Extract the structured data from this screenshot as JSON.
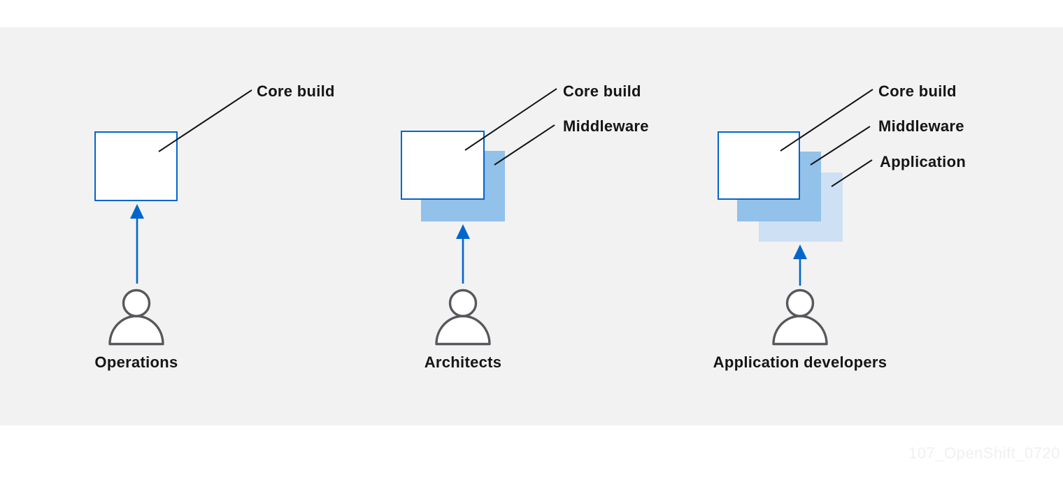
{
  "figure": {
    "watermark": "107_OpenShift_0720"
  },
  "colors": {
    "canvas": "#f2f2f2",
    "core_border": "#0066cc",
    "middleware_fill": "#92c1e9",
    "application_fill": "#cde0f4",
    "arrow": "#0066cc",
    "person_stroke": "#56585b",
    "text": "#151515",
    "watermark": "#f0f0f1"
  },
  "icons": {
    "person": "person-icon",
    "arrow_up": "up-arrow-icon"
  },
  "groups": [
    {
      "label": "Operations",
      "layers": [
        "Core build"
      ]
    },
    {
      "label": "Architects",
      "layers": [
        "Core build",
        "Middleware"
      ]
    },
    {
      "label": "Application developers",
      "layers": [
        "Core build",
        "Middleware",
        "Application"
      ]
    }
  ]
}
